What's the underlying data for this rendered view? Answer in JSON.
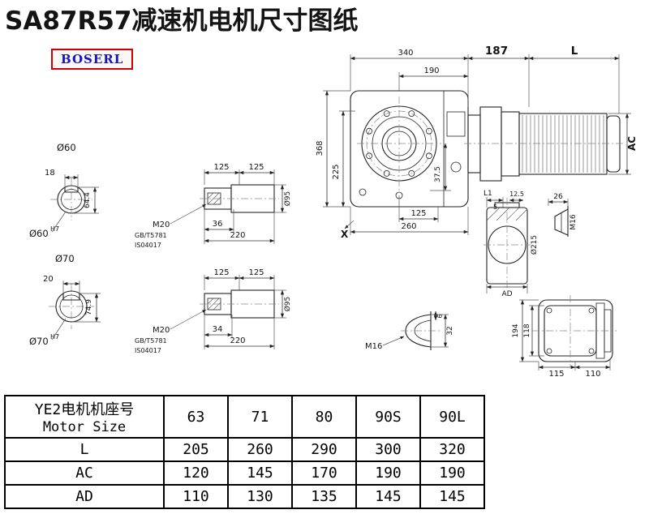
{
  "page": {
    "title": "SA87R57减速机电机尺寸图纸",
    "logo": "BOSERL"
  },
  "s60": {
    "title": "Ø60",
    "w": "18",
    "h": "64.4",
    "fit": "Ø60",
    "fit_sup": "H7"
  },
  "s70": {
    "title": "Ø70",
    "w": "20",
    "h": "74.9",
    "fit": "Ø70",
    "fit_sup": "H7"
  },
  "k1": {
    "a": "125",
    "b": "125",
    "thread": "M20",
    "std1": "GB/T5781",
    "std2": "IS04017",
    "key": "36",
    "len": "220",
    "dia": "Ø95"
  },
  "k2": {
    "a": "125",
    "b": "125",
    "thread": "M20",
    "std1": "GB/T5781",
    "std2": "IS04017",
    "key": "34",
    "len": "220",
    "dia": "Ø95"
  },
  "gb": {
    "w": "340",
    "w2": "190",
    "h": "368",
    "h2": "225",
    "off": "37.5",
    "b1": "125",
    "b2": "260",
    "x": "X"
  },
  "mt": {
    "a": "187",
    "b": "L",
    "c": "AC"
  },
  "sv": {
    "l1": "L1",
    "t": "12.5",
    "f": "5",
    "dia": "Ø215",
    "ad": "AD"
  },
  "p1": {
    "a": "26",
    "b": "M16"
  },
  "p2": {
    "a": "M16",
    "b": "6",
    "c": "32"
  },
  "rv": {
    "a": "194",
    "b": "118",
    "c": "115",
    "d": "110"
  },
  "table": {
    "header_cn": "YE2电机机座号",
    "header_en": "Motor Size",
    "sizes": [
      "63",
      "71",
      "80",
      "90S",
      "90L"
    ],
    "rows": [
      {
        "label": "L",
        "values": [
          "205",
          "260",
          "290",
          "300",
          "320"
        ]
      },
      {
        "label": "AC",
        "values": [
          "120",
          "145",
          "170",
          "190",
          "190"
        ]
      },
      {
        "label": "AD",
        "values": [
          "110",
          "130",
          "135",
          "145",
          "145"
        ]
      }
    ]
  }
}
